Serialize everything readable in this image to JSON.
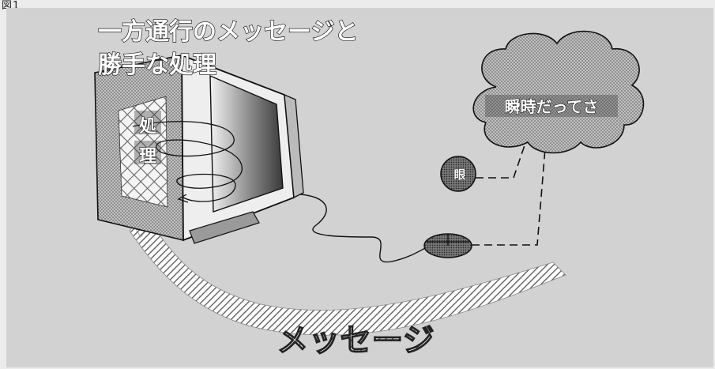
{
  "figure_label": "図1",
  "title": {
    "line1": "一方通行のメッセージと",
    "line2": "勝手な処理"
  },
  "processing_label": [
    "処",
    "理"
  ],
  "cloud_label": "瞬時だってさ",
  "eye_label": "眼",
  "message_label": "メッセージ",
  "icons": {
    "monitor": "crt-monitor-icon",
    "mouse": "mouse-icon",
    "cloud": "thought-cloud-icon",
    "eye": "eye-badge-icon"
  },
  "colors": {
    "background": "#d2d2d2",
    "hatch": "#555555",
    "outline": "#111111"
  }
}
